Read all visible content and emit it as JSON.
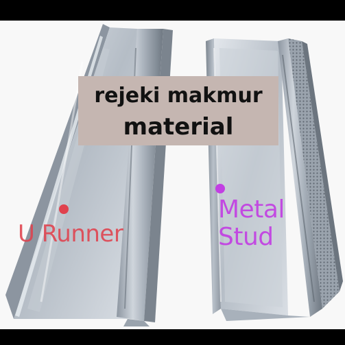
{
  "banner": {
    "line1": "rejeki makmur",
    "line2": "material"
  },
  "labels": {
    "u_runner": "U Runner",
    "metal_stud_line1": "Metal",
    "metal_stud_line2": "Stud"
  },
  "colors": {
    "banner_bg": "#c5b6b1",
    "banner_text": "#111111",
    "u_runner_label": "#e0414d",
    "metal_stud_label": "#c23fe3"
  }
}
